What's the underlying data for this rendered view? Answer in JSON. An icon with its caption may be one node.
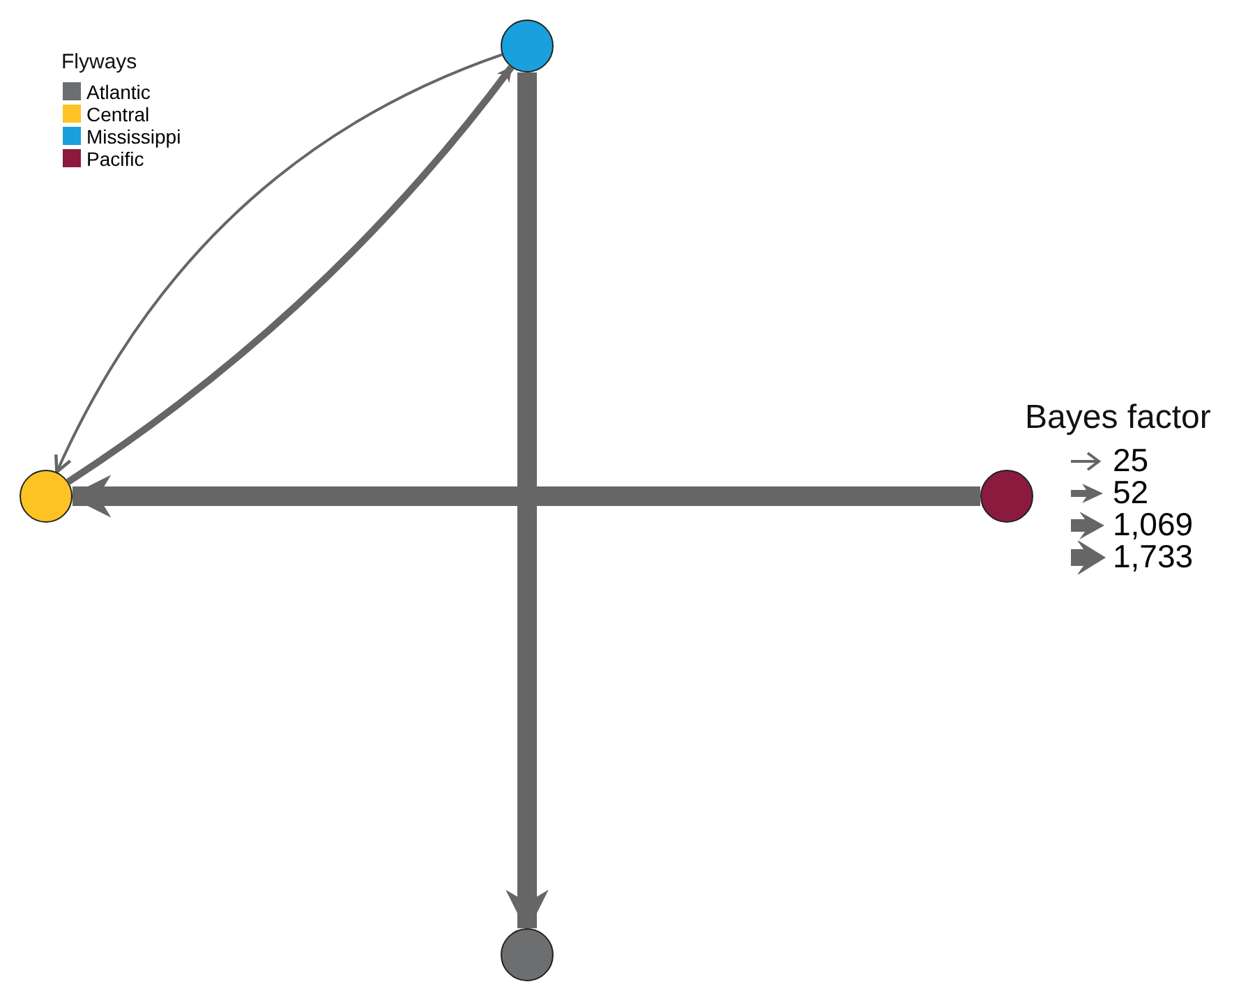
{
  "diagram": {
    "nodes": [
      {
        "text": [],
        "shape": "circle"
      },
      {
        "text": [],
        "shape": "circle"
      },
      {
        "text": [],
        "shape": "circle"
      },
      {
        "text": [],
        "shape": "circle"
      }
    ],
    "edges": [
      {
        "from": 3,
        "to": 0,
        "arrow": "to",
        "style": "thick"
      },
      {
        "from": 1,
        "to": 2,
        "arrow": "to",
        "style": "thick"
      },
      {
        "from": 0,
        "to": 1,
        "arrow": "to"
      },
      {
        "from": 1,
        "to": 0,
        "arrow": "to"
      }
    ],
    "labels": [
      "Flyways",
      "Bayes factor"
    ],
    "legend": [
      {
        "text": "Atlantic",
        "color": "#6d6e70"
      },
      {
        "text": "Central",
        "color": "#fdc325"
      },
      {
        "text": "Mississippi",
        "color": "#1aa0dc"
      },
      {
        "text": "Pacific",
        "color": "#8b1a3e"
      },
      {
        "text": "25"
      },
      {
        "text": "52"
      },
      {
        "text": "1,069"
      },
      {
        "text": "1,733"
      }
    ]
  }
}
